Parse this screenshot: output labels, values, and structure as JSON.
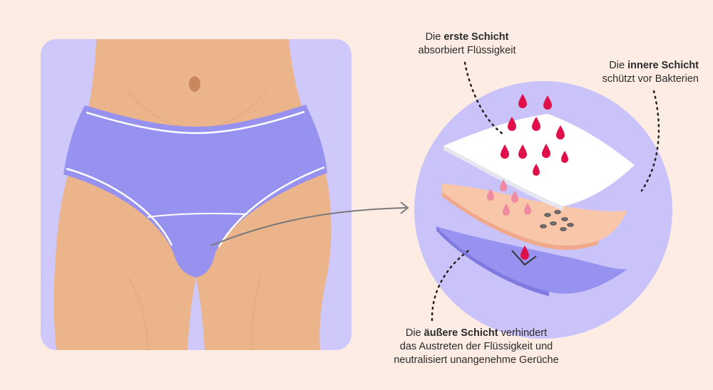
{
  "labels": {
    "first_layer": {
      "prefix": "Die ",
      "bold": "erste Schicht",
      "rest": "absorbiert Flüssigkeit"
    },
    "inner_layer": {
      "prefix": "Die ",
      "bold": "innere Schicht",
      "rest": "schützt vor Bakterien"
    },
    "outer_layer": {
      "prefix": "Die ",
      "bold": "äußere Schicht",
      "suffix": " verhindert",
      "line2": "das Austreten der Flüssigkeit und",
      "line3": "neutralisiert unangenehme Gerüche"
    }
  },
  "colors": {
    "background": "#fdece4",
    "panel": "#cec9fa",
    "skin": "#ebb48a",
    "underwear": "#9791f0",
    "drop": "#e0104a",
    "circle": "#c9c3fa",
    "inner_layer": "#f8c6a8"
  }
}
